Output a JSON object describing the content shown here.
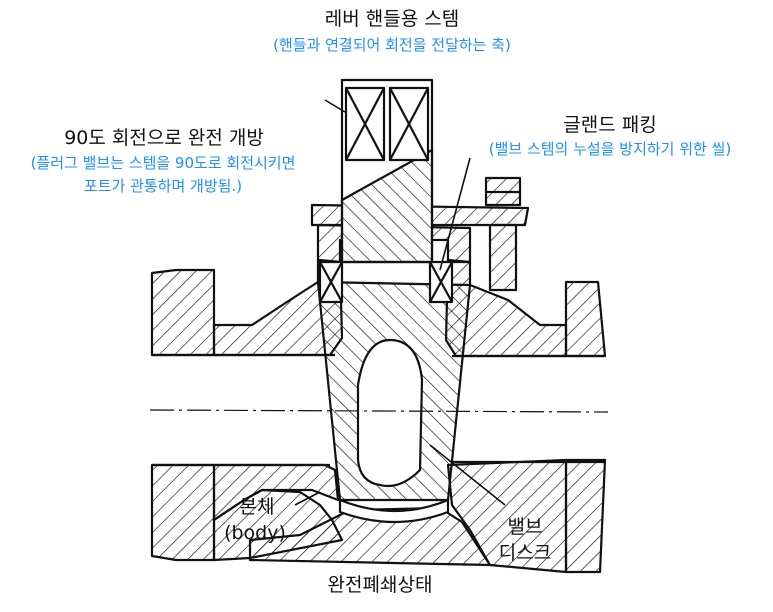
{
  "colors": {
    "ink": "#111111",
    "annotation_blue": "#1e90ff",
    "background": "#ffffff"
  },
  "labels": {
    "lever_stem_title": "레버 핸들용 스템",
    "lever_stem_desc": "(핸들과 연결되어 회전을 전달하는 축)",
    "rotation_title": "90도 회전으로 완전 개방",
    "rotation_desc_1": "(플러그 밸브는 스템을 90도로 회전시키면",
    "rotation_desc_2": "포트가 관통하며 개방됨.)",
    "gland_title": "글랜드 패킹",
    "gland_desc": "(밸브 스템의 누설을 방지하기 위한 씰)",
    "body_label_1": "본체",
    "body_label_2": "(body)",
    "disc_label_1": "밸브",
    "disc_label_2": "디스크",
    "state_caption": "완전폐쇄상태"
  }
}
